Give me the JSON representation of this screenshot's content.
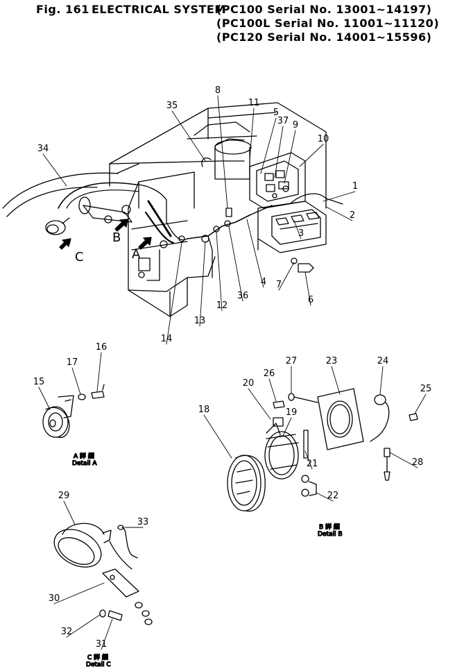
{
  "header": {
    "fig_no": "Fig. 161",
    "title": "ELECTRICAL SYSTEM",
    "serials": [
      "(PC100   Serial No. 13001~14197)",
      "(PC100L Serial No. 11001~11120)",
      "(PC120   Serial No. 14001~15596)"
    ]
  },
  "views": [
    "A",
    "B",
    "C"
  ],
  "callouts": [
    "1",
    "2",
    "3",
    "4",
    "5",
    "6",
    "7",
    "8",
    "9",
    "10",
    "11",
    "12",
    "13",
    "14",
    "15",
    "16",
    "17",
    "18",
    "19",
    "20",
    "21",
    "22",
    "23",
    "24",
    "25",
    "26",
    "27",
    "28",
    "29",
    "30",
    "31",
    "32",
    "33",
    "34",
    "35",
    "36",
    "37"
  ],
  "captions": {
    "detail_a_jp": "A 詳 細",
    "detail_a": "Detail A",
    "detail_b_jp": "B 詳 細",
    "detail_b": "Detail B",
    "detail_c_jp": "C 詳 細",
    "detail_c": "Detail C"
  }
}
